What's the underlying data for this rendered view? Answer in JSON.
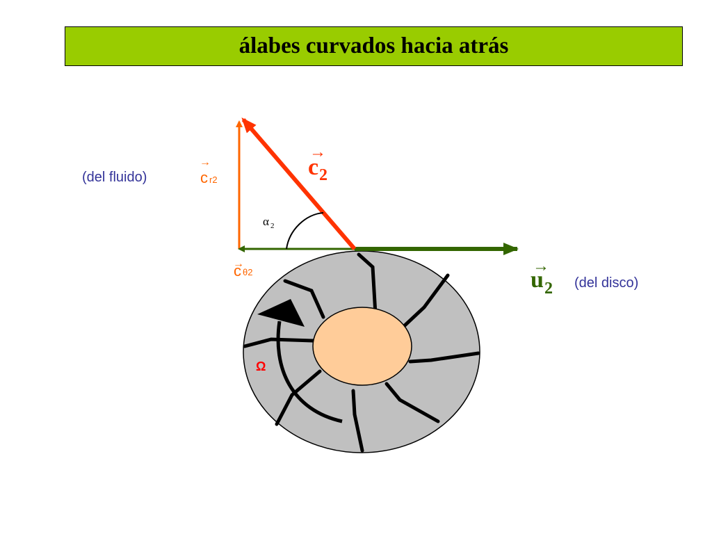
{
  "title": "álabes curvados hacia  atrás",
  "labels": {
    "fluid_note": "(del fluido)",
    "disk_note": "(del disco)",
    "c_r2_base": "c",
    "c_r2_sub": "r2",
    "c_theta2_base": "c",
    "c_theta2_sub": "θ2",
    "c2_base": "c",
    "c2_sub": "2",
    "u2_base": "u",
    "u2_sub": "2",
    "alpha_base": "α",
    "alpha_sub": "2",
    "omega": "Ω",
    "vector_arrow": "→"
  },
  "colors": {
    "title_bg": "#99cc00",
    "note_text": "#333399",
    "orange": "#ff6600",
    "red_orange": "#ff3300",
    "green": "#336600",
    "disk_fill": "#c0c0c0",
    "hub_fill": "#ffcc99",
    "omega": "#ff0000"
  }
}
